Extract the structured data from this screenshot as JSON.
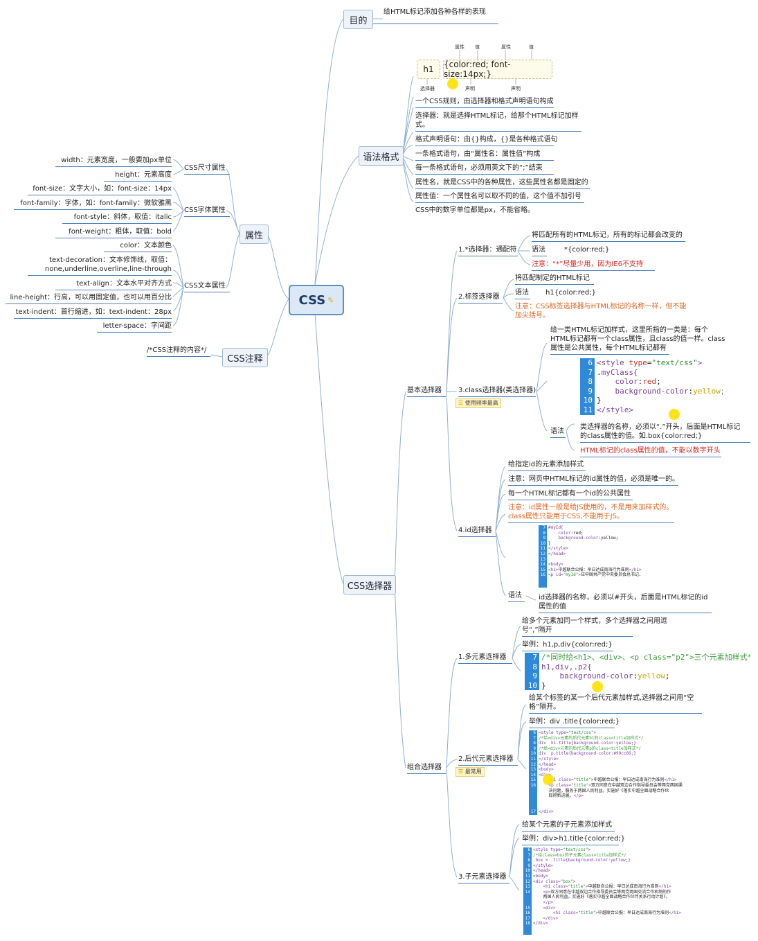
{
  "root": {
    "label": "CSS"
  },
  "mudi": {
    "label": "目的",
    "desc": "给HTML标记添加各种各样的表现"
  },
  "yufa": {
    "label": "语法格式",
    "rule": {
      "selector": "h1",
      "decl": "{color:red; font-size:14px;}",
      "label_selector": "选择器",
      "label_decl": "声明",
      "label_attr": "属性",
      "label_val": "值"
    },
    "items": [
      "一个CSS规则，由选择器和格式声明语句构成",
      "选择器：就是选择HTML标记，给那个HTML标记加样式。",
      "格式声明语句：由{}构成，{}是各种格式语句",
      "一条格式语句，由“属性名：属性值”构成",
      "每一条格式语句，必须用英文下的“;”结束",
      "属性名，就是CSS中的各种属性，这些属性名都是固定的",
      "属性值：一个属性名可以取不同的值，这个值不加引号",
      "CSS中的数字单位都是px，不能省略。"
    ]
  },
  "shuxing": {
    "label": "属性",
    "size": {
      "label": "CSS尺寸属性",
      "items": [
        "width：元素宽度，一般要加px单位",
        "height：元素高度"
      ]
    },
    "font": {
      "label": "CSS字体属性",
      "items": [
        "font-size：文字大小，如：font-size：14px",
        "font-family：字体，如：font-family：微软雅黑",
        "font-style：斜体，取值：italic",
        "font-weight：粗体，取值：bold"
      ]
    },
    "text": {
      "label": "CSS文本属性",
      "color": "color：文本颜色",
      "deco1": "text-decoration：文本修饰线，取值：",
      "deco2": "none,underline,overline,line-through",
      "align": "text-align：文本水平对齐方式",
      "lh": "line-height：行高，可以用固定值，也可以用百分比",
      "indent": "text-indent：首行缩进，如：text-indent：28px",
      "ls": "letter-space：字间距"
    }
  },
  "zhushi": {
    "label": "CSS注释",
    "content": "/*CSS注释的内容*/"
  },
  "xuanze": {
    "label": "CSS选择器",
    "basic": {
      "label": "基本选择器",
      "s1": {
        "label": "1.*选择器：通配符",
        "desc": "将匹配所有的HTML标记，所有的标记都会改变的",
        "syntax_label": "语法",
        "syntax": "*{color:red;}",
        "note": "注意：“*”尽量少用，因为IE6不支持"
      },
      "s2": {
        "label": "2.标签选择器",
        "desc": "将匹配制定的HTML标记",
        "syntax_label": "语法",
        "syntax": "h1{color:red;}",
        "note1": "注意：CSS标签选择器与HTML标记的名称一样，但不能",
        "note2": "加尖括号。"
      },
      "s3": {
        "label": "3.class选择器(类选择器)",
        "tag": "使用频率最高",
        "desc1": "给一类HTML标记加样式，这里所指的一类是：每个",
        "desc2": "HTML标记都有一个class属性，且class的值一样。class",
        "desc3": "属性是公共属性，每个HTML标记都有",
        "syntax_label": "语法",
        "syntax1": "类选择器的名称，必须以“.”开头，后面是HTML标记",
        "syntax2": "的class属性的值。如.box{color:red;}",
        "note": "HTML标记的class属性的值，不能以数字开头",
        "code_lines": [
          "6",
          "7",
          "8",
          "9",
          "10",
          "11"
        ]
      },
      "s4": {
        "label": "4.id选择器",
        "desc": "给指定id的元素添加样式",
        "n1": "注意：网页中HTML标记的id属性的值，必须是唯一的。",
        "n2": "每一个HTML标记都有一个id的公共属性",
        "n3a": "注意：id属性一般是给JS使用的，不是用来加样式的。",
        "n3b": "class属性只能用于CSS,不能用于JS。",
        "syntax_label": "语法",
        "syntax1": "id选择器的名称，必须以#开头，后面是HTML标记的id",
        "syntax2": "属性的值"
      }
    },
    "combo": {
      "label": "组合选择器",
      "m1": {
        "label": "1.多元素选择器",
        "desc1": "给多个元素加同一个样式，多个选择器之间用逗",
        "desc2": "号“,”隔开",
        "example": "举例：h1,p,div{color:red;}"
      },
      "m2": {
        "label": "2.后代元素选择器",
        "tag": "最常用",
        "desc1": "给某个标签的某一个后代元素加样式,选择器之间用“空",
        "desc2": "格”隔开。",
        "example": "举例：div .title{color:red;}"
      },
      "m3": {
        "label": "3.子元素选择器",
        "desc": "给某个元素的子元素添加样式",
        "example": "举例：div>h1.title{color:red;}"
      }
    }
  }
}
